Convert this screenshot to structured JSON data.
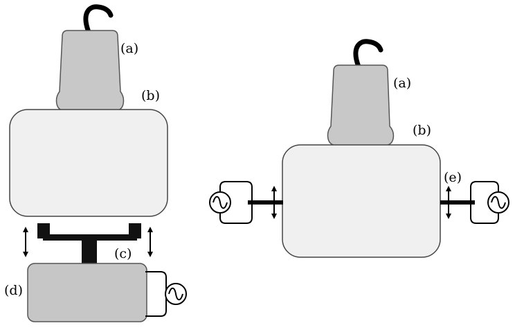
{
  "figure": {
    "left_panel": {
      "labels": {
        "a": "(a)",
        "b": "(b)",
        "c": "(c)",
        "d": "(d)"
      }
    },
    "right_panel": {
      "labels": {
        "a": "(a)",
        "b": "(b)",
        "e": "(e)"
      }
    }
  },
  "colors": {
    "probe": "#c8c8c8",
    "sample_block": "#f0f0f0",
    "actuator_block": "#c6c6c6",
    "outline": "#444444",
    "stroke": "#000000"
  },
  "icons": [
    "cable-icon",
    "ac-source-icon",
    "double-arrow-icon"
  ]
}
